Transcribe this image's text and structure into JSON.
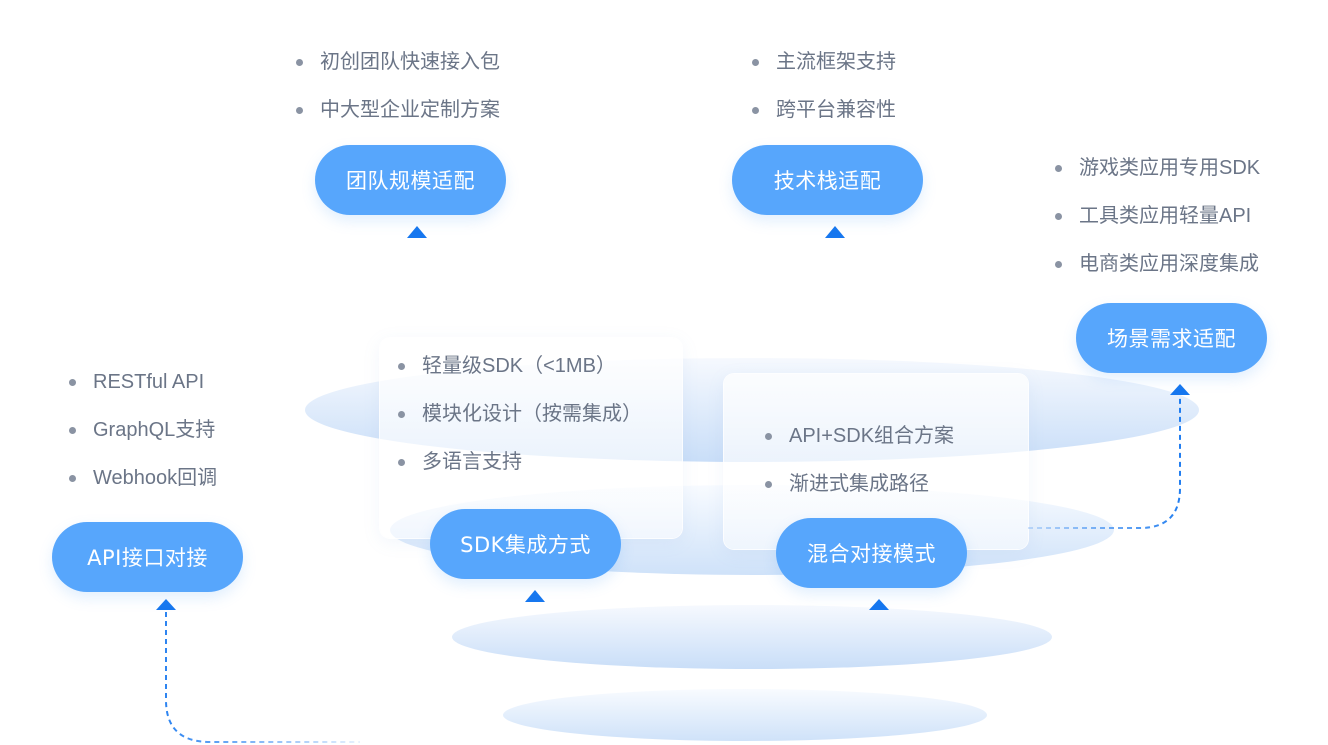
{
  "colors": {
    "pill": "#57a6fc",
    "pill_text": "#ffffff",
    "bullet_text": "#6b7587",
    "arrow": "#1677ef",
    "disc_top": "#f4f8fe",
    "disc_bottom": "#c7ddf8"
  },
  "nodes": {
    "api": {
      "label": "API接口对接",
      "items": [
        "RESTful API",
        "GraphQL支持",
        "Webhook回调"
      ]
    },
    "sdk": {
      "label": "SDK集成方式",
      "items": [
        "轻量级SDK（<1MB）",
        "模块化设计（按需集成）",
        "多语言支持"
      ]
    },
    "hybrid": {
      "label": "混合对接模式",
      "items": [
        "API+SDK组合方案",
        "渐进式集成路径"
      ]
    },
    "team": {
      "label": "团队规模适配",
      "items": [
        "初创团队快速接入包",
        "中大型企业定制方案"
      ]
    },
    "tech": {
      "label": "技术栈适配",
      "items": [
        "主流框架支持",
        "跨平台兼容性"
      ]
    },
    "scene": {
      "label": "场景需求适配",
      "items": [
        "游戏类应用专用SDK",
        "工具类应用轻量API",
        "电商类应用深度集成"
      ]
    }
  },
  "icons": {
    "bullet": "dot",
    "connector_arrow": "arrow-up"
  }
}
